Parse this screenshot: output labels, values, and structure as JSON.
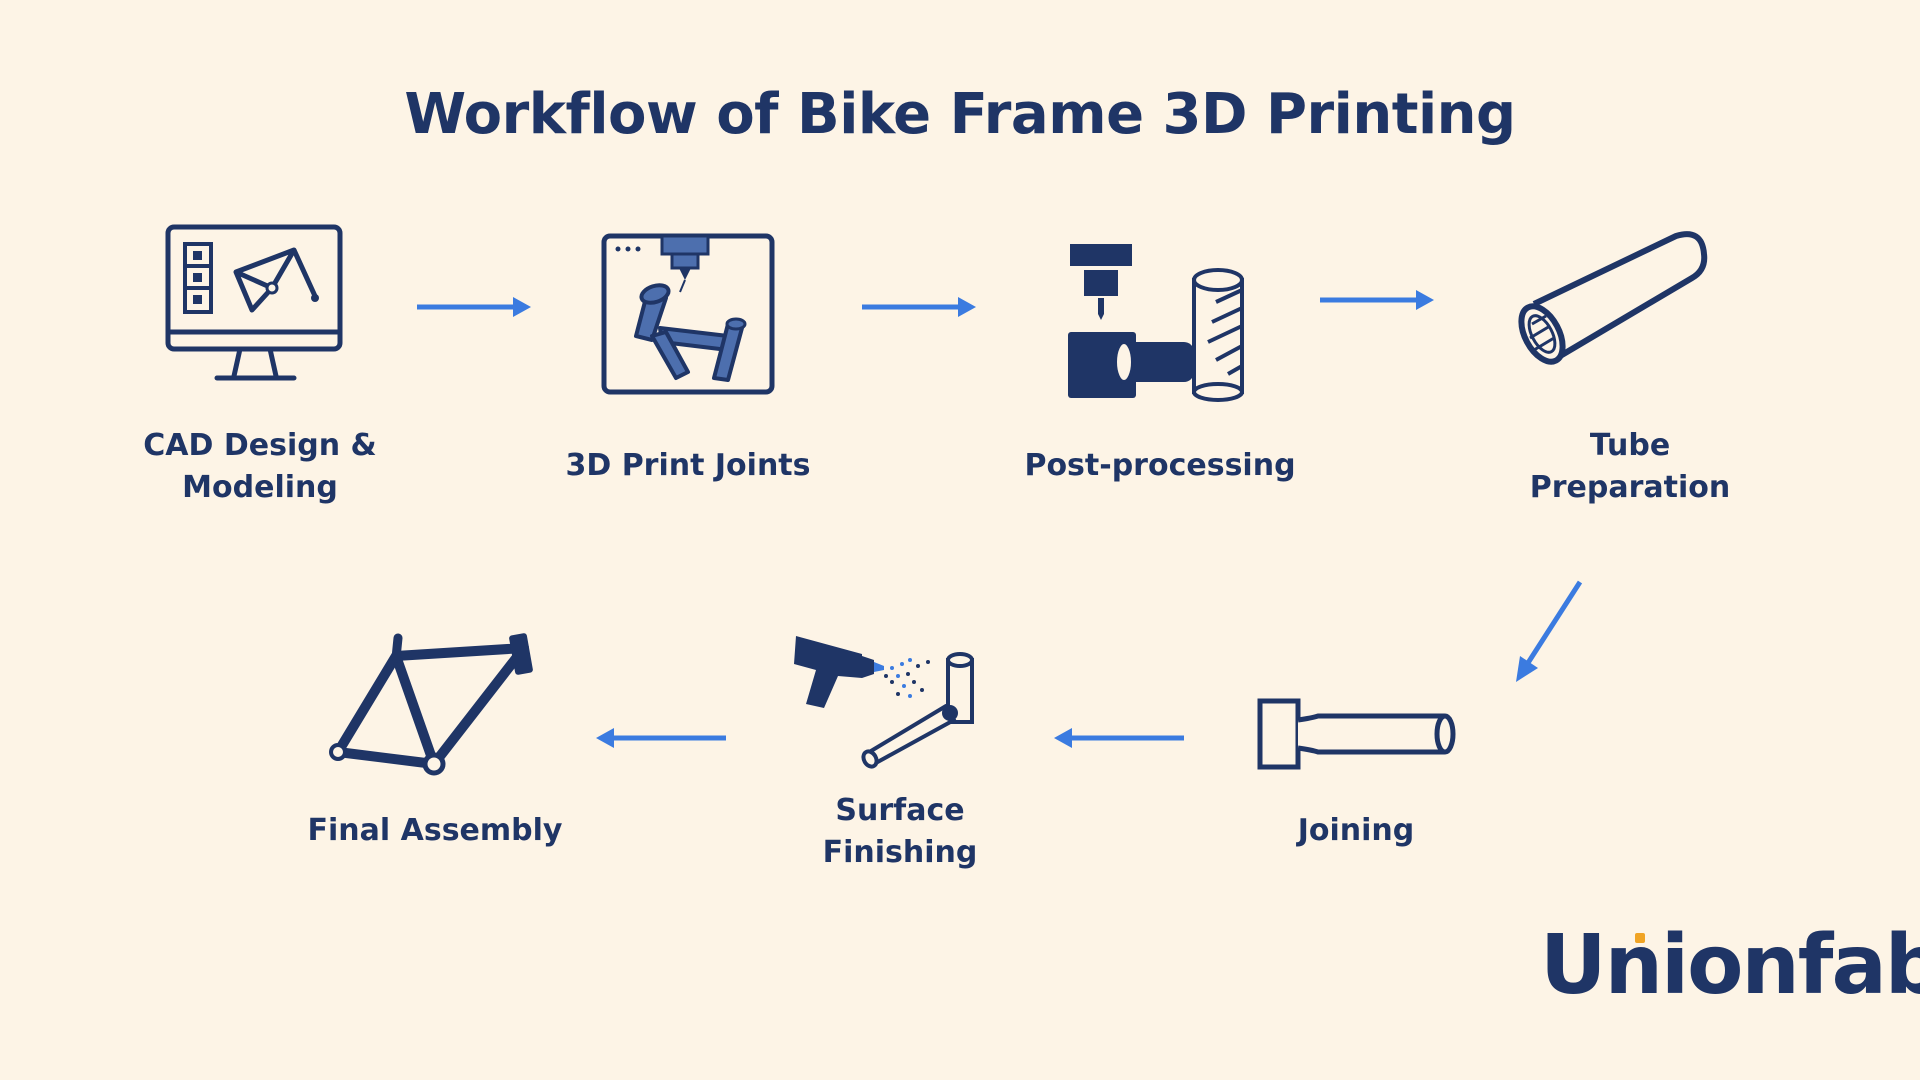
{
  "title": "Workflow of Bike Frame 3D Printing",
  "steps": [
    {
      "id": "cad",
      "label": "CAD Design &\nModeling",
      "icon": "monitor-cad-icon"
    },
    {
      "id": "print",
      "label": "3D Print Joints",
      "icon": "3d-printer-icon"
    },
    {
      "id": "post",
      "label": "Post-processing",
      "icon": "machining-icon"
    },
    {
      "id": "tube",
      "label": "Tube\nPreparation",
      "icon": "tube-icon"
    },
    {
      "id": "join",
      "label": "Joining",
      "icon": "joint-tube-icon"
    },
    {
      "id": "finish",
      "label": "Surface\nFinishing",
      "icon": "spray-gun-icon"
    },
    {
      "id": "assembly",
      "label": "Final Assembly",
      "icon": "bike-frame-icon"
    }
  ],
  "logo": {
    "text": "Unionfab"
  },
  "colors": {
    "background": "#fdf4e6",
    "primary": "#1f3566",
    "arrow": "#3b7be0",
    "accent": "#f0a425",
    "fill": "#4d6fae"
  }
}
